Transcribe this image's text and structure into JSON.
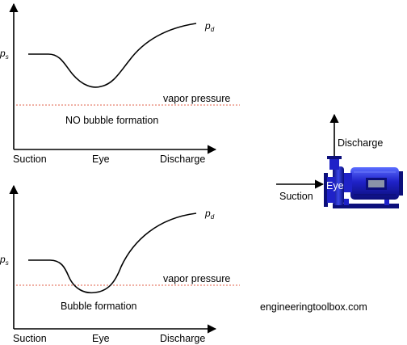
{
  "colors": {
    "curve": "#000000",
    "vapor_line": "#e0604a",
    "pump_body": "#1f22c8",
    "pump_dark": "#0c0f7a",
    "pump_light": "#5a6cff",
    "window": "#8a93a8"
  },
  "top_plot": {
    "p_suction": "p",
    "p_suction_sub": "s",
    "p_discharge": "p",
    "p_discharge_sub": "d",
    "vapor_label": "vapor pressure",
    "status_label": "NO bubble formation",
    "x_labels": [
      "Suction",
      "Eye",
      "Discharge"
    ]
  },
  "bottom_plot": {
    "p_suction": "p",
    "p_suction_sub": "s",
    "p_discharge": "p",
    "p_discharge_sub": "d",
    "vapor_label": "vapor pressure",
    "status_label": "Bubble formation",
    "x_labels": [
      "Suction",
      "Eye",
      "Discharge"
    ]
  },
  "pump": {
    "discharge_label": "Discharge",
    "suction_label": "Suction",
    "eye_label": "Eye"
  },
  "watermark": "engineeringtoolbox.com"
}
